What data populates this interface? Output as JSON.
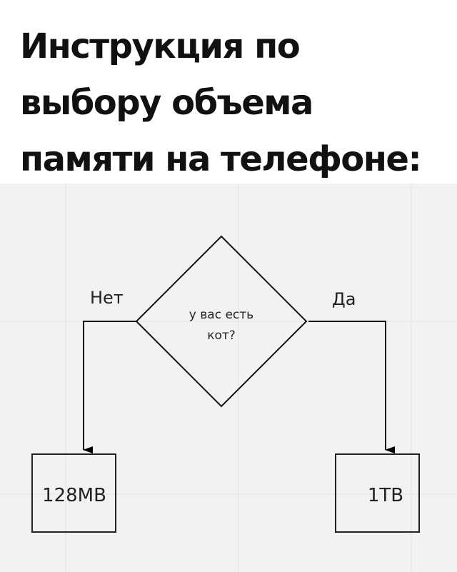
{
  "header": {
    "title_lines": [
      "Инструкция по",
      "выбору объема",
      "памяти на телефоне:"
    ]
  },
  "flowchart": {
    "decision": {
      "line1": "у вас есть",
      "line2": "кот?"
    },
    "branches": {
      "no": {
        "label": "Нет",
        "result": "128MB"
      },
      "yes": {
        "label": "Да",
        "result": "1TB"
      }
    }
  },
  "colors": {
    "background": "#f2f2f2",
    "grid": "#e4e4e4",
    "stroke": "#111111"
  }
}
